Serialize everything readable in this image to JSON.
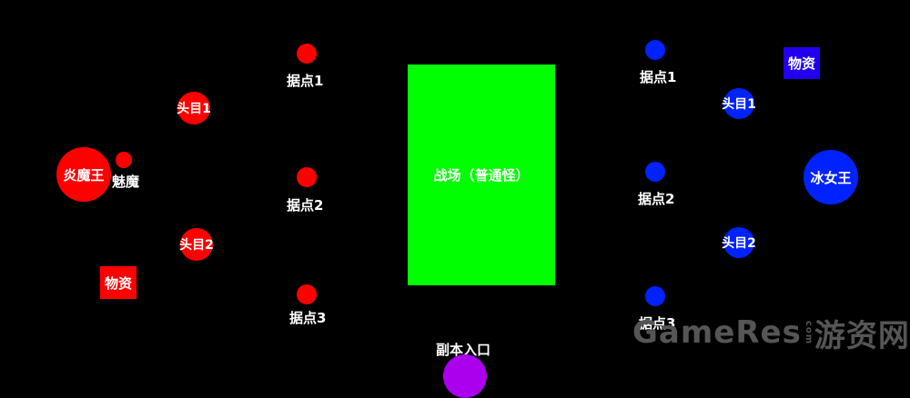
{
  "map": {
    "fire_side": {
      "king": "炎魔王",
      "minion": "魅魔",
      "head1": "头目1",
      "head2": "头目2",
      "supply": "物资",
      "strong1": "据点1",
      "strong2": "据点2",
      "strong3": "据点3",
      "color": "#ff0000"
    },
    "ice_side": {
      "king": "冰女王",
      "head1": "头目1",
      "head2": "头目2",
      "supply": "物资",
      "strong1": "据点1",
      "strong2": "据点2",
      "strong3": "据点3",
      "color": "#0022ff",
      "supply_color": "#2200ee"
    },
    "battlefield": {
      "label": "战场（普通怪）",
      "color": "#00ff00"
    },
    "dungeon_entrance": {
      "label": "副本入口",
      "color": "#aa00ee"
    }
  },
  "watermark": {
    "brand": "GameRes",
    "com": "com",
    "cn": "游资网"
  }
}
